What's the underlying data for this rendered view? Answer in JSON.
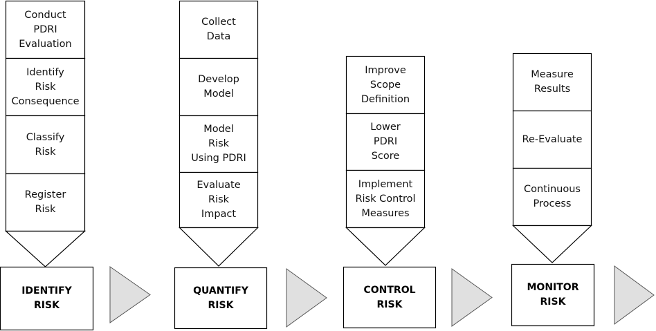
{
  "phases": [
    {
      "name": "IDENTIFY\nRISK",
      "steps": [
        "Conduct\nPDRI\nEvaluation",
        "Identify\nRisk\nConsequence",
        "Classify\nRisk",
        "Register\nRisk"
      ]
    },
    {
      "name": "QUANTIFY\nRISK",
      "steps": [
        "Collect\nData",
        "Develop\nModel",
        "Model\nRisk\nUsing PDRI",
        "Evaluate\nRisk\nImpact"
      ]
    },
    {
      "name": "CONTROL\nRISK",
      "steps": [
        "Improve\nScope\nDefinition",
        "Lower\nPDRI\nScore",
        "Implement\nRisk Control\nMeasures"
      ]
    },
    {
      "name": "MONITOR\nRISK",
      "steps": [
        "Measure\nResults",
        "Re-Evaluate",
        "Continuous\nProcess"
      ]
    }
  ],
  "colors": {
    "stroke": "#000000",
    "fill": "#ffffff",
    "flow_arrow_fill": "#e0e0e0",
    "flow_arrow_stroke": "#555555"
  }
}
